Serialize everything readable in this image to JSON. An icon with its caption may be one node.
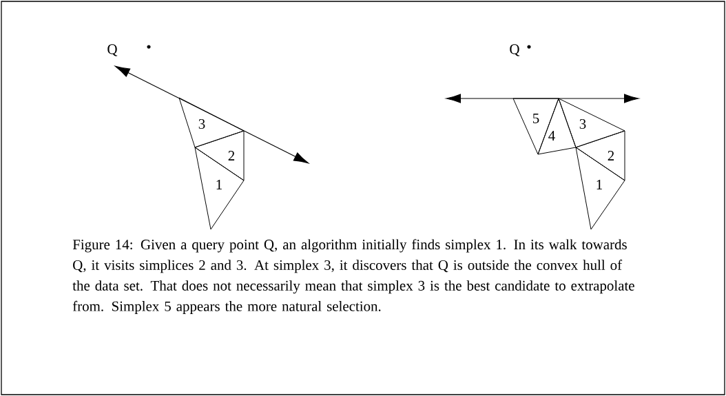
{
  "diagram": {
    "caption": "Figure 14: Given a query point Q, an algorithm initially finds simplex 1. In its walk towards Q, it visits simplices 2 and 3. At simplex 3, it discovers that Q is outside the convex hull of the data set. That does not necessarily mean that simplex 3 is the best candidate to extrapolate from. Simplex 5 appears the more natural selection.",
    "nodes": [
      {
        "text": [
          "3"
        ]
      },
      {
        "text": [
          "2"
        ]
      },
      {
        "text": [
          "1"
        ]
      },
      {
        "text": [
          "5"
        ]
      },
      {
        "text": [
          "4"
        ]
      },
      {
        "text": [
          "3"
        ]
      },
      {
        "text": [
          "2"
        ]
      },
      {
        "text": [
          "1"
        ]
      }
    ],
    "labels": [
      "Q",
      "Q"
    ]
  }
}
